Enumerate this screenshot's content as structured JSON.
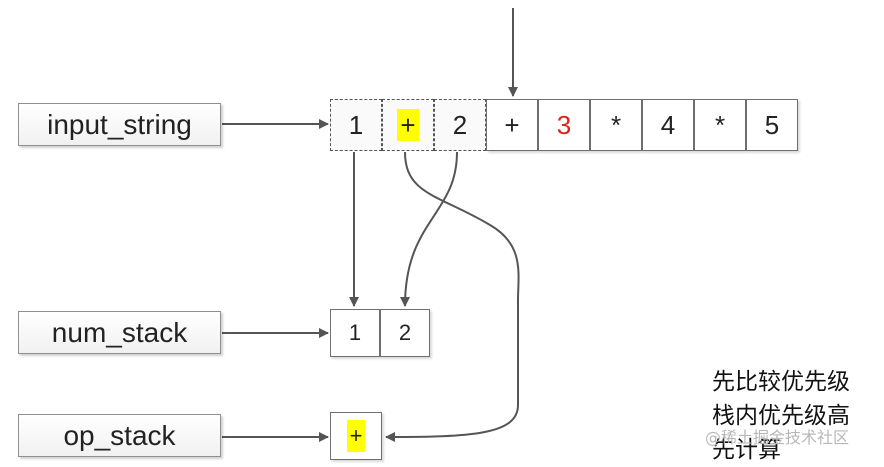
{
  "labels": {
    "input": "input_string",
    "num": "num_stack",
    "op": "op_stack"
  },
  "input_cells": [
    "1",
    "+",
    "2",
    "+",
    "3",
    "*",
    "4",
    "*",
    "5"
  ],
  "num_stack": [
    "1",
    "2"
  ],
  "op_stack": [
    "+"
  ],
  "note": [
    "先比较优先级",
    "栈内优先级高",
    "先计算"
  ],
  "watermark": "@稀土掘金技术社区",
  "colors": {
    "highlight": "#ffff00",
    "red_digit": "#e02020",
    "arrow": "#555555"
  }
}
